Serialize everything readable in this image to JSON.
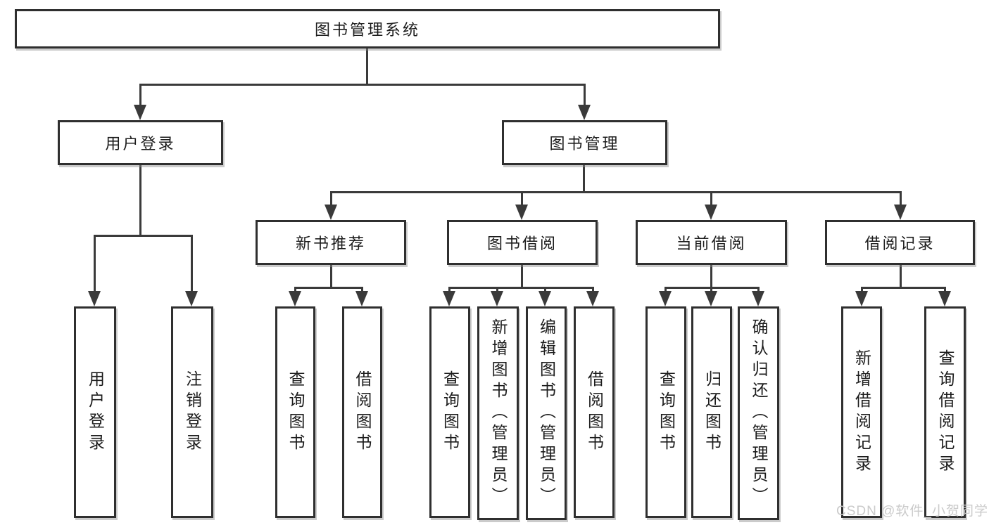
{
  "tree": {
    "root": {
      "label": "图书管理系统"
    },
    "user_login": {
      "label": "用户登录",
      "children": [
        {
          "label": "用户登录"
        },
        {
          "label": "注销登录"
        }
      ]
    },
    "book_mgmt": {
      "label": "图书管理",
      "sections": {
        "new_books": {
          "label": "新书推荐",
          "children": [
            {
              "label": "查询图书"
            },
            {
              "label": "借阅图书"
            }
          ]
        },
        "book_borrow": {
          "label": "图书借阅",
          "children": [
            {
              "label": "查询图书"
            },
            {
              "label": "新增图书（管理员）"
            },
            {
              "label": "编辑图书（管理员）"
            },
            {
              "label": "借阅图书"
            }
          ]
        },
        "current_borrow": {
          "label": "当前借阅",
          "children": [
            {
              "label": "查询图书"
            },
            {
              "label": "归还图书"
            },
            {
              "label": "确认归还（管理员）"
            }
          ]
        },
        "borrow_records": {
          "label": "借阅记录",
          "children": [
            {
              "label": "新增借阅记录"
            },
            {
              "label": "查询借阅记录"
            }
          ]
        }
      }
    }
  },
  "watermark": "CSDN @软件_小贺同学",
  "colors": {
    "line": "#3a3a3a",
    "box_border": "#2f2f2f",
    "box_fill": "#ffffff",
    "text": "#1c1c1c",
    "watermark": "#cbcbcb"
  }
}
